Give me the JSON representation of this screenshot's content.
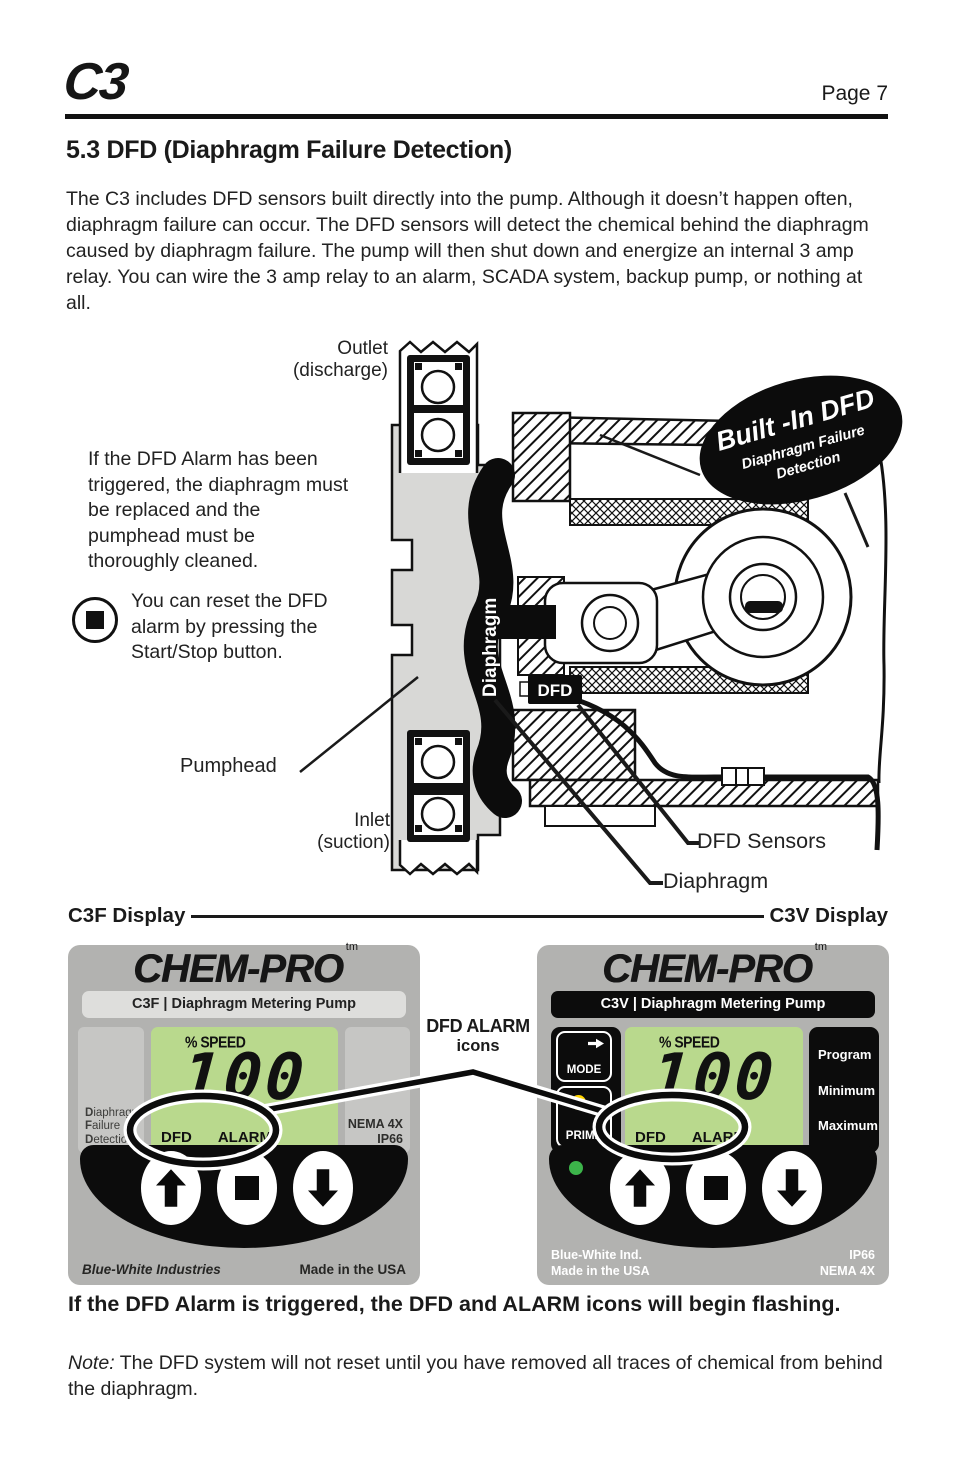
{
  "header": {
    "logo": "C3",
    "page_number": "Page 7",
    "section_title": "5.3  DFD (Diaphragm Failure Detection)"
  },
  "intro": "The C3 includes DFD sensors built directly into the pump. Although it doesn’t happen often, diaphragm failure can occur. The DFD sensors will detect the chemical behind the diaphragm caused by diaphragm failure. The pump will then shut down and energize an internal 3 amp relay. You can wire the 3 amp relay to an alarm, SCADA system, backup pump, or nothing at all.",
  "figure": {
    "outlet_label_line1": "Outlet",
    "outlet_label_line2": "(discharge)",
    "inlet_label_line1": "Inlet",
    "inlet_label_line2": "(suction)",
    "pumphead_label": "Pumphead",
    "dfd_sensors_label": "DFD Sensors",
    "diaphragm_label": "Diaphragm",
    "diaphragm_vertical_label": "Diaphragm",
    "dfd_box_label": "DFD",
    "alarm_text": "If the DFD Alarm has been triggered, the diaphragm must be replaced and the pumphead must be thoroughly cleaned.",
    "reset_text": "You can reset the DFD alarm by pressing the Start/Stop button.",
    "badge": {
      "line1": "Built -In DFD",
      "line2": "Diaphragm Failure",
      "line3": "Detection"
    }
  },
  "displays": {
    "left_heading": "C3F Display",
    "right_heading": "C3V Display",
    "callout_line1": "DFD ALARM",
    "callout_line2": "icons",
    "c3f": {
      "brand": "CHEM-PRO",
      "tm": "tm",
      "model_bar": "C3F  |  Diaphragm Metering Pump",
      "left_label": [
        {
          "b": "D",
          "rest": "iaphragm"
        },
        {
          "b": "F",
          "rest": "ailure"
        },
        {
          "b": "D",
          "rest": "etection"
        }
      ],
      "lcd": {
        "speed_label": "% SPEED",
        "value": "100",
        "dfd": "DFD",
        "alarm": "ALARM"
      },
      "cert_line1": "NEMA 4X",
      "cert_line2": "IP66",
      "footer_left": "Blue-White Industries",
      "footer_right": "Made in the USA"
    },
    "c3v": {
      "brand": "CHEM-PRO",
      "tm": "tm",
      "model_bar": "C3V  |  Diaphragm Metering Pump",
      "mode_button": "MODE",
      "prime_button": "PRIME",
      "lcd": {
        "speed_label": "% SPEED",
        "value": "100",
        "dfd": "DFD",
        "alarm": "ALARM"
      },
      "menu": [
        "Program",
        "Minimum",
        "Maximum"
      ],
      "footer_left_line1": "Blue-White Ind.",
      "footer_left_line2": "Made in the USA",
      "footer_right_line1": "IP66",
      "footer_right_line2": "NEMA 4X"
    }
  },
  "footer": {
    "bold_text": "If the DFD Alarm is triggered, the DFD and ALARM icons will begin flashing.",
    "note_label": "Note:",
    "note_text": "The DFD system will not reset until you have removed all traces of chemical from behind the diaphragm."
  },
  "colors": {
    "panel_gray": "#b2b2b0",
    "inset_gray": "#c6c6c4",
    "lcd_green": "#b9d98d",
    "led_yellow": "#ffd400",
    "led_green": "#3cb44a",
    "ink": "#111111"
  }
}
